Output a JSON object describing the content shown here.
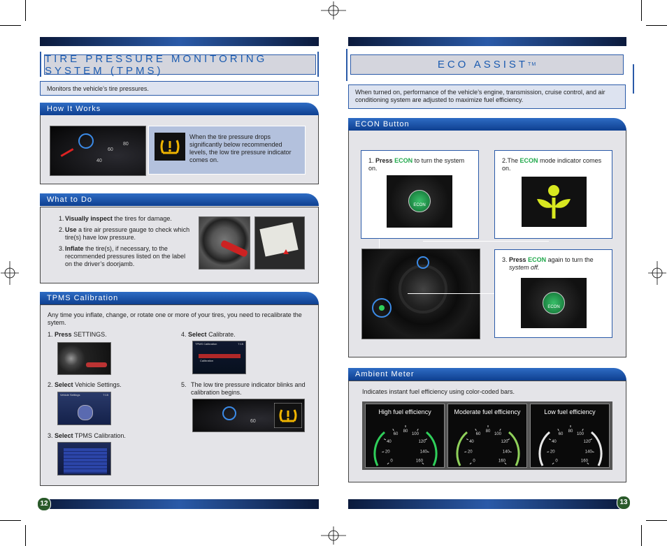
{
  "left_page": {
    "title": "TIRE PRESSURE MONITORING SYSTEM (TPMS)",
    "intro": "Monitors the vehicle’s tire pressures.",
    "how_it_works": {
      "heading": "How It Works",
      "description": "When the tire pressure drops significantly below recommended levels, the low tire pressure indicator comes on."
    },
    "what_to_do": {
      "heading": "What to Do",
      "steps": [
        {
          "num": "1.",
          "bold": "Visually inspect",
          "rest": " the tires for damage."
        },
        {
          "num": "2.",
          "bold": "Use",
          "rest": " a tire air pressure gauge to check which tire(s) have low pressure."
        },
        {
          "num": "3.",
          "bold": "Inflate",
          "rest": " the tire(s), if necessary, to the recommended pressures listed on the label on the driver’s doorjamb."
        }
      ]
    },
    "calibration": {
      "heading": "TPMS Calibration",
      "intro": "Any time you inflate, change, or rotate one or more of your tires, you need to recalibrate the sytem.",
      "step1": {
        "num": "1.",
        "bold": "Press",
        "rest": " SETTINGS."
      },
      "step2": {
        "num": "2.",
        "bold": "Select",
        "rest": " Vehicle Settings."
      },
      "step3": {
        "num": "3.",
        "bold": "Select",
        "rest": " TPMS Calibration."
      },
      "step4": {
        "num": "4.",
        "bold": "Select",
        "rest": " Calibrate."
      },
      "step5": {
        "num": "5.",
        "text": "The low tire pressure indicator blinks and calibration begins."
      }
    },
    "page_number": "12"
  },
  "right_page": {
    "title": "ECO ASSIST",
    "title_tm": "TM",
    "intro": "When turned on, performance of the vehicle’s engine, transmission, cruise control, and air conditioning system are adjusted to maximize fuel efficiency.",
    "econ_button": {
      "heading": "ECON Button",
      "step1": {
        "num": "1.",
        "bold": "Press",
        "econ": "ECON",
        "rest": " to turn the system on."
      },
      "step2": {
        "num": "2.",
        "pre": "The ",
        "econ": "ECON",
        "rest": " mode indicator comes on."
      },
      "step3": {
        "num": "3.",
        "bold": "Press",
        "econ": "ECON",
        "rest": " again to turn the",
        "italic": "system off."
      },
      "button_label": "ECON"
    },
    "ambient_meter": {
      "heading": "Ambient Meter",
      "intro": "Indicates instant fuel efficiency using color-coded bars.",
      "meters": [
        {
          "label": "High fuel efficiency",
          "color": "#2fcf5a"
        },
        {
          "label": "Moderate fuel efficiency",
          "color": "#8fd05a"
        },
        {
          "label": "Low fuel efficiency",
          "color": "#e8e8e8"
        }
      ],
      "gauge_ticks": [
        "0",
        "20",
        "40",
        "60",
        "80",
        "100",
        "120",
        "140",
        "160"
      ]
    },
    "page_number": "13"
  },
  "screens": {
    "tpms_calibration_title": "TPMS Calibration",
    "calibration_title": "Calibration",
    "vehicle_settings_title": "Vehicle Settings",
    "time": "7:15"
  },
  "icons": {
    "tpms_warning": "tpms-warning-icon",
    "econ_leaf": "econ-leaf-icon"
  }
}
